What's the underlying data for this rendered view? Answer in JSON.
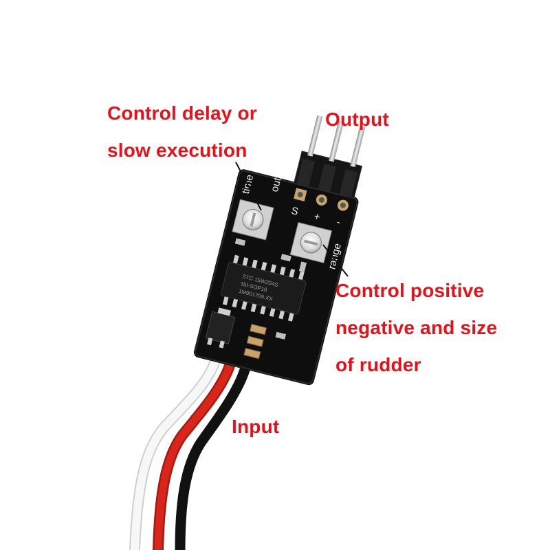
{
  "annotations": {
    "color": "#e8111a",
    "delay": [
      "Control delay or",
      "slow execution"
    ],
    "output": "Output",
    "range": [
      "Control positive",
      "negative and size",
      "of rudder"
    ],
    "input": "Input"
  },
  "board": {
    "silkscreen": {
      "time": "time",
      "out": "out",
      "s": "S",
      "plus": "+",
      "minus": "-",
      "range": "range"
    },
    "chip_marking": [
      "STC 15W204S",
      "35I-SOP16",
      "1M901709.XX"
    ]
  },
  "colors": {
    "pcb": "#0e0e0e",
    "wire_white": "#f2f2f2",
    "wire_red": "#d8261a",
    "wire_black": "#161616",
    "pins": "#c8c8c8"
  }
}
